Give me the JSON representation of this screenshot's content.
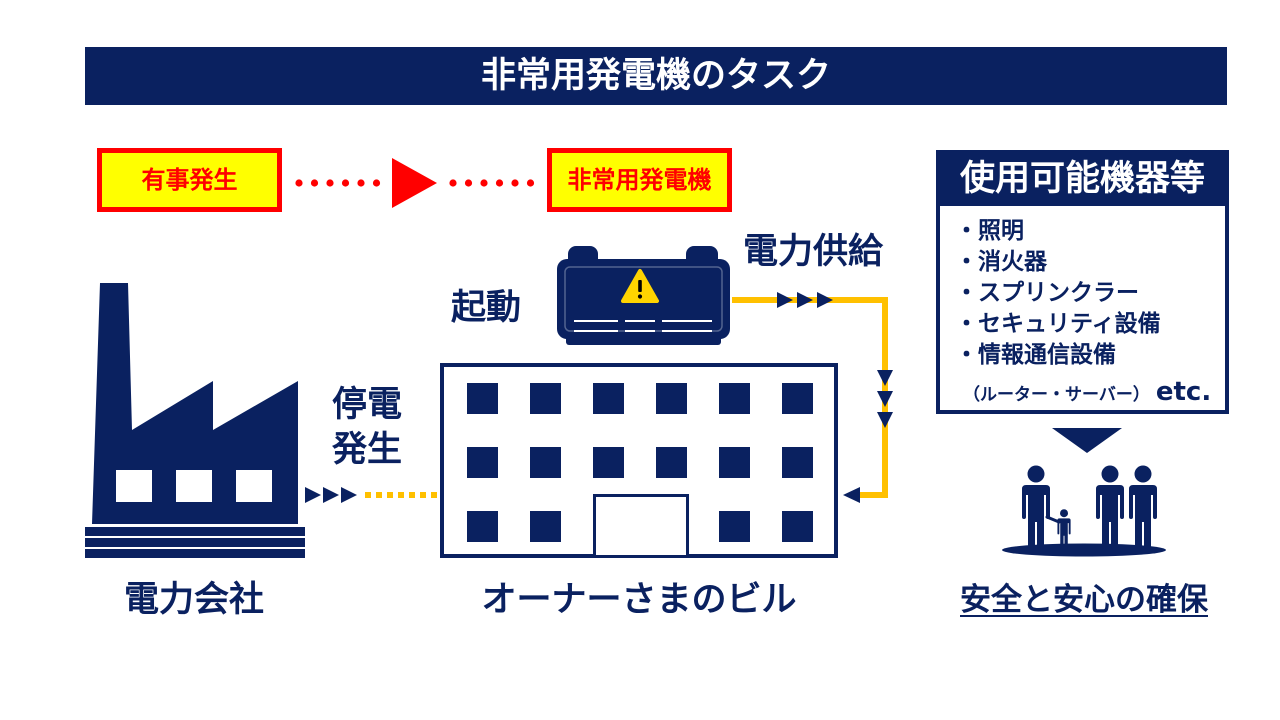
{
  "title": "非常用発電機のタスク",
  "flow": {
    "start_label": "有事発生",
    "end_label": "非常用発電機"
  },
  "labels": {
    "power_company": "電力会社",
    "outage": [
      "停電",
      "発生"
    ],
    "startup": "起動",
    "power_supply": "電力供給",
    "building": "オーナーさまのビル",
    "result": "安全と安心の確保"
  },
  "equipment": {
    "header": "使用可能機器等",
    "items": [
      "・照明",
      "・消火器",
      "・スプリンクラー",
      "・セキュリティ設備",
      "・情報通信設備"
    ],
    "note": "（ルーター・サーバー）",
    "note_suffix": "etc."
  },
  "icons": {
    "factory": "factory-icon",
    "building": "building-icon",
    "generator": "generator-icon",
    "warning": "warning-icon",
    "people": "people-icon",
    "flow_arrow": "right-arrow-icon",
    "result_arrow": "down-arrow-icon"
  },
  "colors": {
    "navy": "#0a2160",
    "red": "#ff0000",
    "yellow": "#ffff00",
    "line_yellow": "#ffc000",
    "warning_yellow": "#ffd400"
  }
}
